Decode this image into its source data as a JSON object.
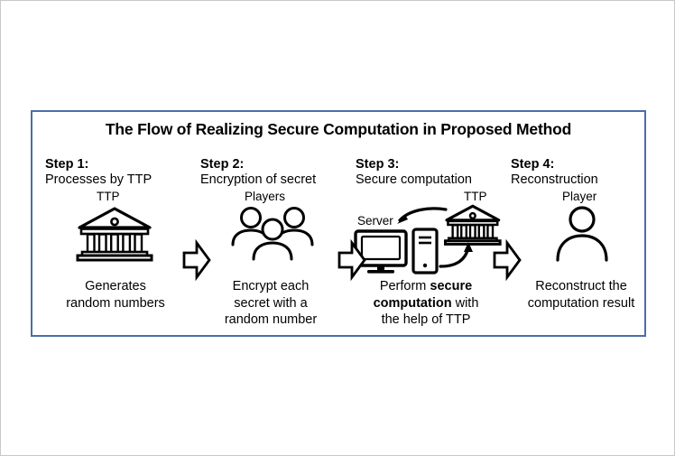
{
  "diagram": {
    "title": "The Flow of Realizing Secure Computation in Proposed Method",
    "border_color": "#4a6ea9",
    "page_border_color": "#c8c8c8",
    "ink_color": "#000000",
    "background": "#ffffff"
  },
  "steps": [
    {
      "head": "Step 1:",
      "sub": "Processes by TTP",
      "icon": "bank-ttp-icon",
      "icon_label": "TTP",
      "caption_lines": [
        "Generates",
        "random numbers"
      ],
      "caption_plain": "Generates random numbers"
    },
    {
      "head": "Step 2:",
      "sub": "Encryption of secret",
      "icon": "three-players-icon",
      "icon_label": "Players",
      "caption_lines": [
        "Encrypt each",
        "secret with a",
        "random number"
      ],
      "caption_plain": "Encrypt each secret with a random number"
    },
    {
      "head": "Step 3:",
      "sub": "Secure computation",
      "icon": "server-and-ttp-icon",
      "icon_label_server": "Server",
      "icon_label_ttp": "TTP",
      "caption_lines": [
        "Perform ",
        "secure computation",
        " with the help of TTP"
      ],
      "caption_bold_part": "secure computation",
      "caption_plain": "Perform secure computation with the help of TTP"
    },
    {
      "head": "Step 4:",
      "sub": "Reconstruction",
      "icon": "single-player-icon",
      "icon_label": "Player",
      "caption_lines": [
        "Reconstruct the",
        "computation result"
      ],
      "caption_plain": "Reconstruct the computation result"
    }
  ],
  "arrows": [
    {
      "name": "block-arrow-step1-to-step2",
      "direction": "right"
    },
    {
      "name": "block-arrow-step2-to-step3",
      "direction": "right"
    },
    {
      "name": "block-arrow-step3-to-step4",
      "direction": "right"
    }
  ],
  "inner_arrows": [
    {
      "name": "curved-arrow-ttp-to-server",
      "direction": "left"
    },
    {
      "name": "curved-arrow-server-to-ttp",
      "direction": "right"
    }
  ]
}
